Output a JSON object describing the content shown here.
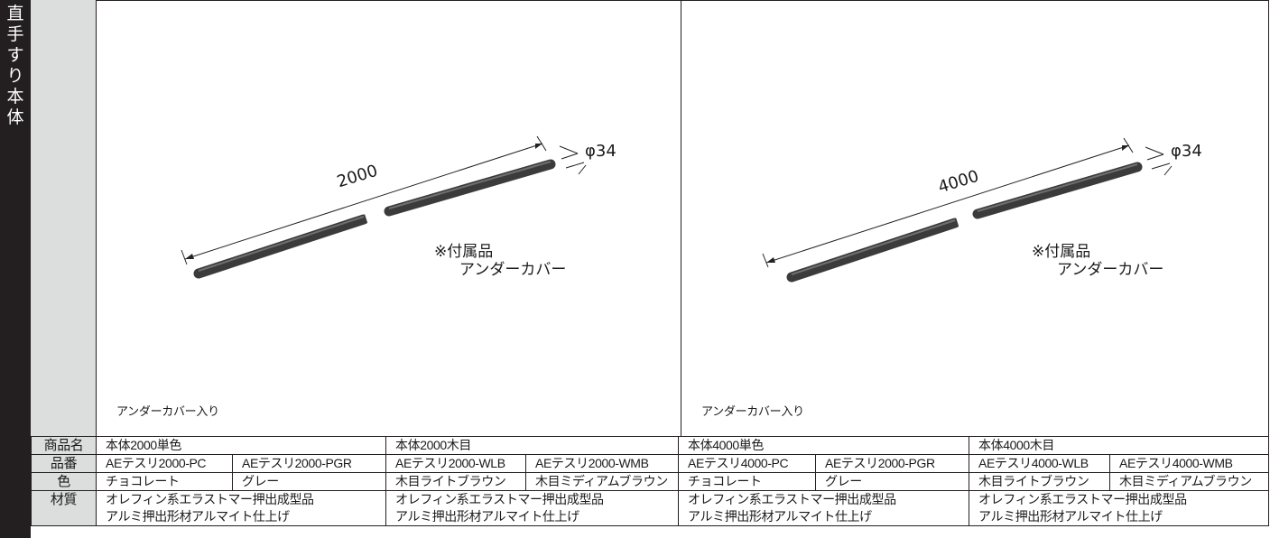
{
  "side_tab": {
    "label": "直手すり本体"
  },
  "panels": [
    {
      "dimension": "2000",
      "diameter": "φ34",
      "accessory": {
        "line1": "※付属品",
        "line2": "アンダーカバー"
      },
      "caption": "アンダーカバー入り",
      "colors": {
        "rail": "#3b3b3b",
        "rail_highlight": "#6f6f6f"
      }
    },
    {
      "dimension": "4000",
      "diameter": "φ34",
      "accessory": {
        "line1": "※付属品",
        "line2": "アンダーカバー"
      },
      "caption": "アンダーカバー入り",
      "colors": {
        "rail": "#3b3b3b",
        "rail_highlight": "#6f6f6f"
      }
    }
  ],
  "spec_table": {
    "headers": {
      "product_name": "商品名",
      "part_number": "品番",
      "color": "色",
      "material": "材質"
    },
    "products": [
      {
        "name": "本体2000単色",
        "part_numbers": [
          "AEテスリ2000-PC",
          "AEテスリ2000-PGR"
        ],
        "colors": [
          "チョコレート",
          "グレー"
        ],
        "material": [
          "オレフィン系エラストマー押出成型品",
          "アルミ押出形材アルマイト仕上げ"
        ]
      },
      {
        "name": "本体2000木目",
        "part_numbers": [
          "AEテスリ2000-WLB",
          "AEテスリ2000-WMB"
        ],
        "colors": [
          "木目ライトブラウン",
          "木目ミディアムブラウン"
        ],
        "material": [
          "オレフィン系エラストマー押出成型品",
          "アルミ押出形材アルマイト仕上げ"
        ]
      },
      {
        "name": "本体4000単色",
        "part_numbers": [
          "AEテスリ4000-PC",
          "AEテスリ2000-PGR"
        ],
        "colors": [
          "チョコレート",
          "グレー"
        ],
        "material": [
          "オレフィン系エラストマー押出成型品",
          "アルミ押出形材アルマイト仕上げ"
        ]
      },
      {
        "name": "本体4000木目",
        "part_numbers": [
          "AEテスリ4000-WLB",
          "AEテスリ4000-WMB"
        ],
        "colors": [
          "木目ライトブラウン",
          "木目ミディアムブラウン"
        ],
        "material": [
          "オレフィン系エラストマー押出成型品",
          "アルミ押出形材アルマイト仕上げ"
        ]
      }
    ]
  }
}
